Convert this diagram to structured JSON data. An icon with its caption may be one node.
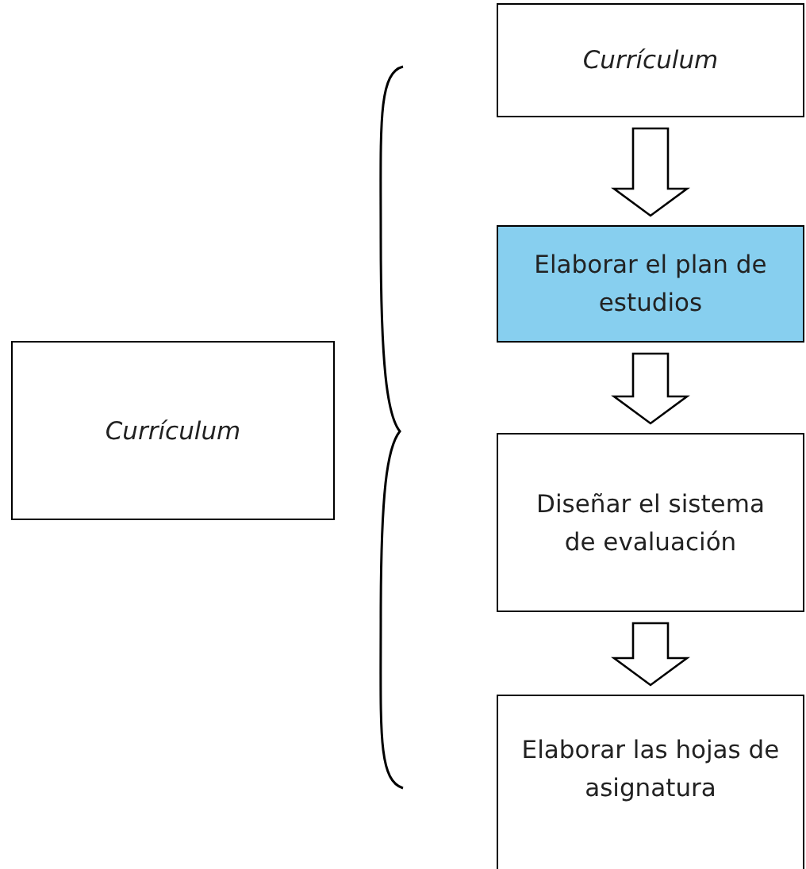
{
  "diagram": {
    "nodes": [
      {
        "text": [
          "Currículum"
        ]
      },
      {
        "text": [
          "Currículum"
        ]
      },
      {
        "text": [
          "Elaborar el plan de estudios"
        ]
      },
      {
        "text": [
          "Diseñar el sistema de evaluación"
        ]
      },
      {
        "text": [
          "Elaborar las hojas de asignatura"
        ]
      }
    ],
    "edges": [
      {
        "from": 1,
        "to": 2,
        "arrow": "to"
      },
      {
        "from": 2,
        "to": 3,
        "arrow": "to"
      },
      {
        "from": 3,
        "to": 4,
        "arrow": "to"
      }
    ]
  }
}
